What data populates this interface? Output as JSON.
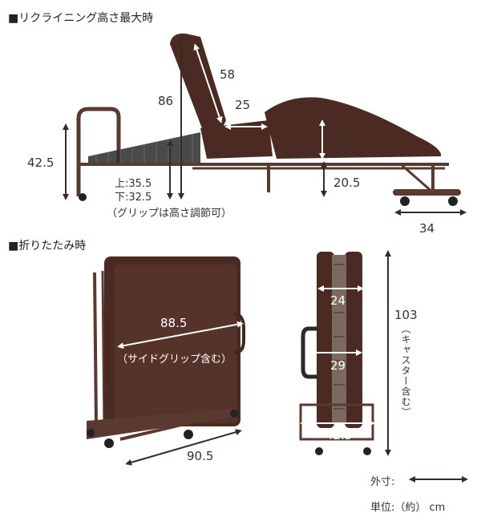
{
  "section1": {
    "title": "■リクライニング高さ最大時",
    "dims": {
      "d58": "58",
      "d86": "86",
      "d25": "25",
      "d42_5": "42.5",
      "d21_5": "21.5",
      "d20_5": "20.5",
      "d34": "34",
      "upper": "上:35.5",
      "lower": "下:32.5",
      "grip_note": "（グリップは高さ調節可）"
    }
  },
  "section2": {
    "title": "■折りたたみ時",
    "dims": {
      "d88_5": "88.5",
      "side_grip_note": "（サイドグリップ含む）",
      "d90_5": "90.5",
      "d24": "24",
      "d29": "29",
      "d42_5": "42.5",
      "d103": "103",
      "caster_note": "（キャスター含む）"
    }
  },
  "legend": {
    "outer": "外寸:",
    "unit": "単位:（約） cm"
  },
  "colors": {
    "mattress": "#4a2a22",
    "frame": "#5a3a30",
    "arrow": "#3a2a26"
  }
}
